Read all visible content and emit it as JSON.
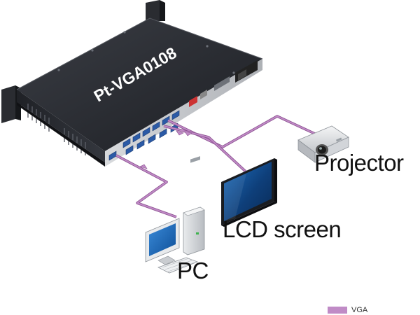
{
  "device": {
    "model": "Pt-VGA0108"
  },
  "labels": {
    "projector": "Projector",
    "lcd": "LCD screen",
    "pc": "PC"
  },
  "legend": {
    "label": "VGA",
    "color": "#c08bc6"
  },
  "icons": [
    "matrix-switcher-icon",
    "projector-icon",
    "lcd-monitor-icon",
    "pc-icon"
  ]
}
